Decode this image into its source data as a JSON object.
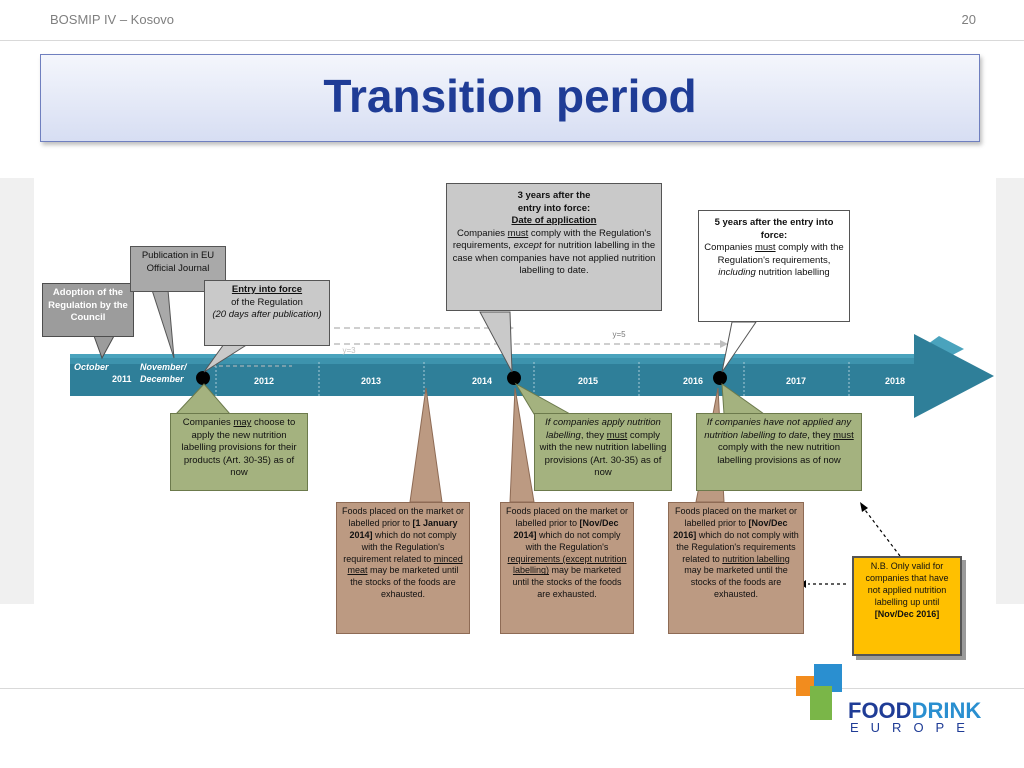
{
  "header": {
    "left": "BOSMIP IV – Kosovo",
    "page_number": "20"
  },
  "title": "Transition period",
  "timeline": {
    "labels": [
      {
        "line1": "October",
        "line2": "2011"
      },
      {
        "line1": "November/",
        "line2": "December"
      },
      {
        "line1": "2012"
      },
      {
        "line1": "2013"
      },
      {
        "line1": "2014"
      },
      {
        "line1": "2015"
      },
      {
        "line1": "2016"
      },
      {
        "line1": "2017"
      },
      {
        "line1": "2018"
      }
    ],
    "y3_label": "y=3",
    "y5_label": "y=5"
  },
  "boxes": {
    "adoption": "Adoption of the Regulation by the Council",
    "publication": "Publication in EU Official Journal",
    "entry": {
      "title": "Entry into force",
      "line2": "of the Regulation",
      "italic": "(20 days after publication)"
    },
    "three_years": {
      "title1": "3 years after the",
      "title2": "entry into force:",
      "title3": "Date of application",
      "body_pre": "Companies ",
      "body_must": "must",
      "body_mid": " comply with the Regulation's requirements, ",
      "body_except": "except",
      "body_post": " for nutrition labelling in the case when companies have not applied nutrition labelling to date."
    },
    "five_years": {
      "title": "5 years after the entry into force:",
      "body_pre": "Companies ",
      "body_must": "must",
      "body_mid": " comply with the Regulation's requirements, ",
      "body_incl": "including",
      "body_post": " nutrition labelling"
    },
    "green1": {
      "pre": "Companies ",
      "may": "may",
      "post": " choose to apply the new nutrition labelling provisions for their products (Art. 30-35) as of now"
    },
    "green2": {
      "italic": "If companies apply nutrition labelling",
      "mid": ", they ",
      "must": "must",
      "post": " comply with the new nutrition labelling provisions (Art. 30-35) as of now"
    },
    "green3": {
      "italic": "If companies have not applied any nutrition labelling to date",
      "mid": ", they ",
      "must": "must",
      "post": " comply with the new nutrition labelling provisions as of now"
    },
    "tan1": {
      "pre": "Foods placed on the market or labelled prior to ",
      "bold": "[1 January 2014]",
      "mid": " which do not comply with the Regulation's requirement related to ",
      "u": "minced meat",
      "post": " may be marketed until the stocks of the foods are exhausted."
    },
    "tan2": {
      "pre": "Foods placed on the market or labelled prior to ",
      "bold": "[Nov/Dec 2014]",
      "mid": " which do not comply with the Regulation's ",
      "u": "requirements (except nutrition labelling)",
      "post": " may be marketed until the stocks of the foods are exhausted."
    },
    "tan3": {
      "pre": "Foods placed on the market or labelled prior to ",
      "bold": "[Nov/Dec 2016]",
      "mid": " which do not comply with the Regulation's requirements related to ",
      "u": "nutrition labelling",
      "post": " may be marketed until the stocks of the foods are exhausted."
    },
    "nb": {
      "pre": "N.B. Only valid for companies that have not applied nutrition labelling up until ",
      "bold": "[Nov/Dec 2016]"
    }
  },
  "logo": {
    "food": "FOOD",
    "drink": "DRINK",
    "europe": "EUROPE"
  },
  "colors": {
    "title": "#1f3c96",
    "arrow": "#2f7f99",
    "arrow_light": "#3d93ad",
    "green": "#a4b27f",
    "tan": "#bc9a82",
    "nb": "#ffc000",
    "logo_orange": "#f28c1e",
    "logo_green": "#7ab648",
    "logo_blue": "#2a8fd0"
  }
}
